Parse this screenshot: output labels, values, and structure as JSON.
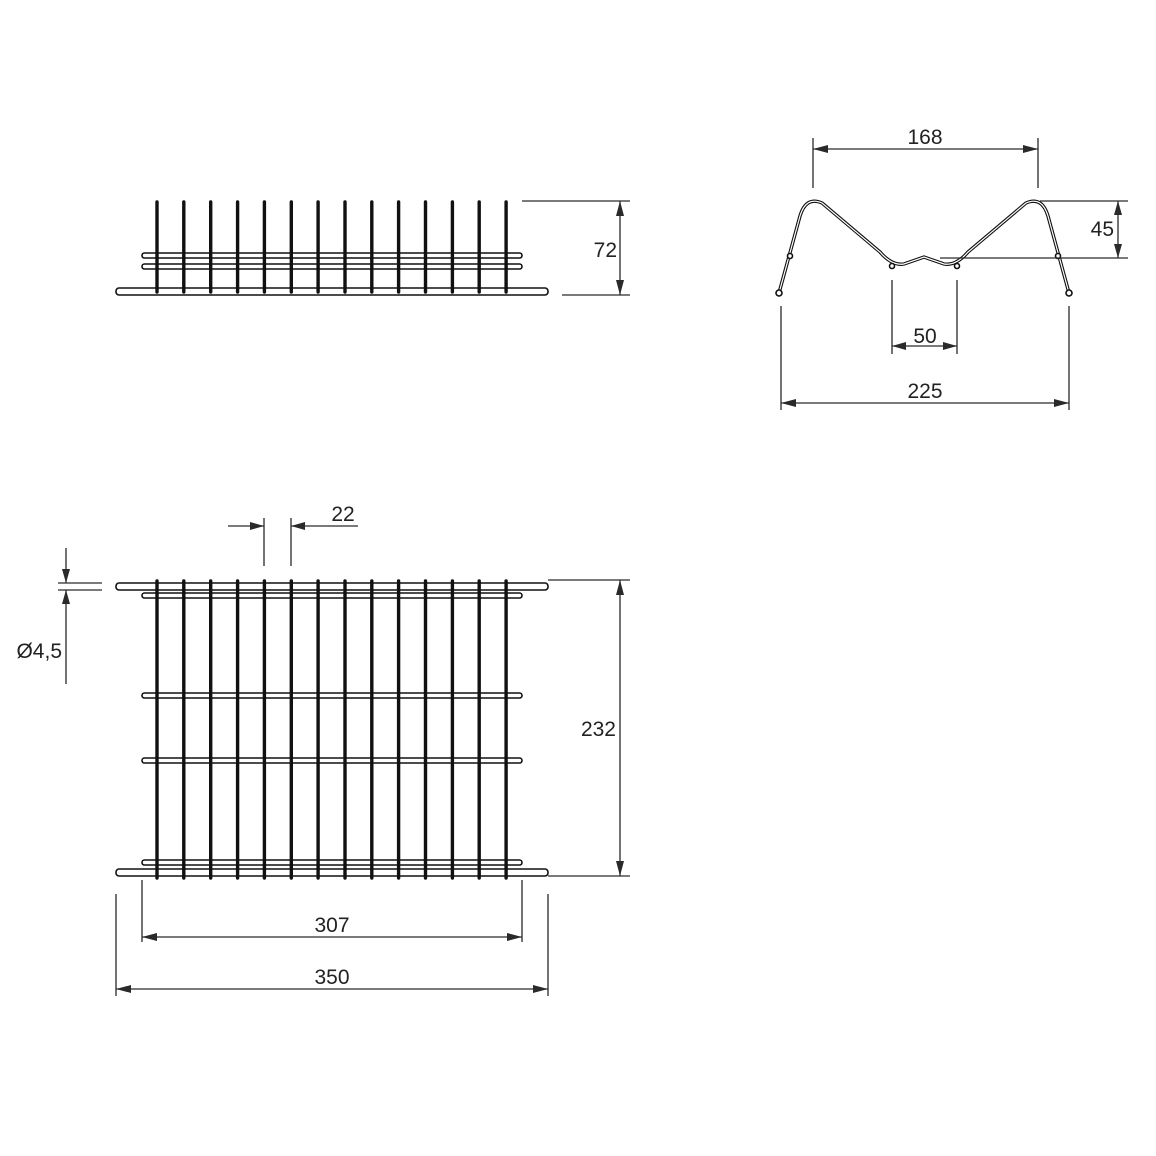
{
  "dimensions": {
    "side_height": "72",
    "profile_top_width": "168",
    "profile_depth": "45",
    "profile_center_width": "50",
    "profile_total_width": "225",
    "wire_spacing": "22",
    "wire_diameter": "Ø4,5",
    "plan_depth": "232",
    "plan_inner_width": "307",
    "plan_total_width": "350"
  },
  "colors": {
    "line": "#111111",
    "background": "#ffffff"
  }
}
